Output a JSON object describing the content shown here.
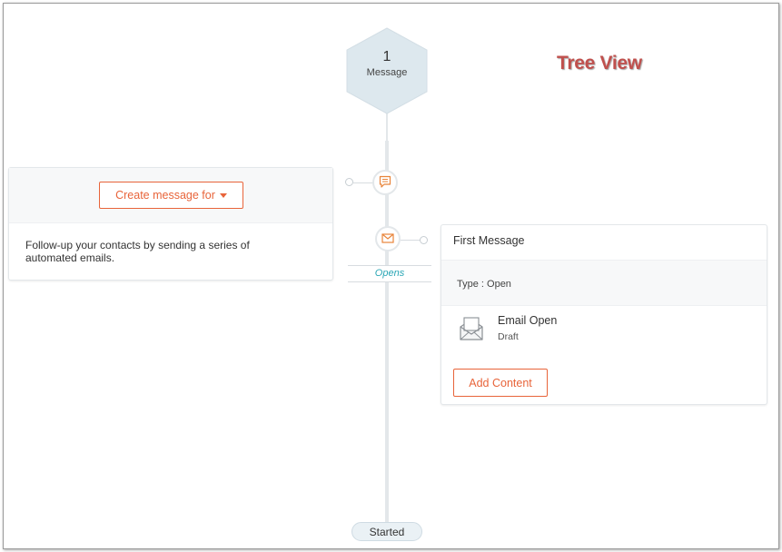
{
  "header": {
    "message_count": "1",
    "message_label": "Message",
    "annotation": "Tree View"
  },
  "left_card": {
    "button_label": "Create message for",
    "description": "Follow-up your contacts by sending a series of automated emails."
  },
  "timeline": {
    "branch_label": "Opens",
    "start_label": "Started"
  },
  "right_card": {
    "title": "First Message",
    "type_text": "Type : Open",
    "email_name": "Email Open",
    "email_status": "Draft",
    "add_button_label": "Add Content"
  },
  "icons": {
    "chat_node": "chat-bubble-icon",
    "mail_node": "envelope-icon",
    "email_item": "open-envelope-icon",
    "dropdown": "caret-down-icon"
  },
  "colors": {
    "accent": "#e8643a",
    "hexagon": "#dde8ee",
    "opens_text": "#2aa6b5",
    "annotation": "#c0504d"
  }
}
